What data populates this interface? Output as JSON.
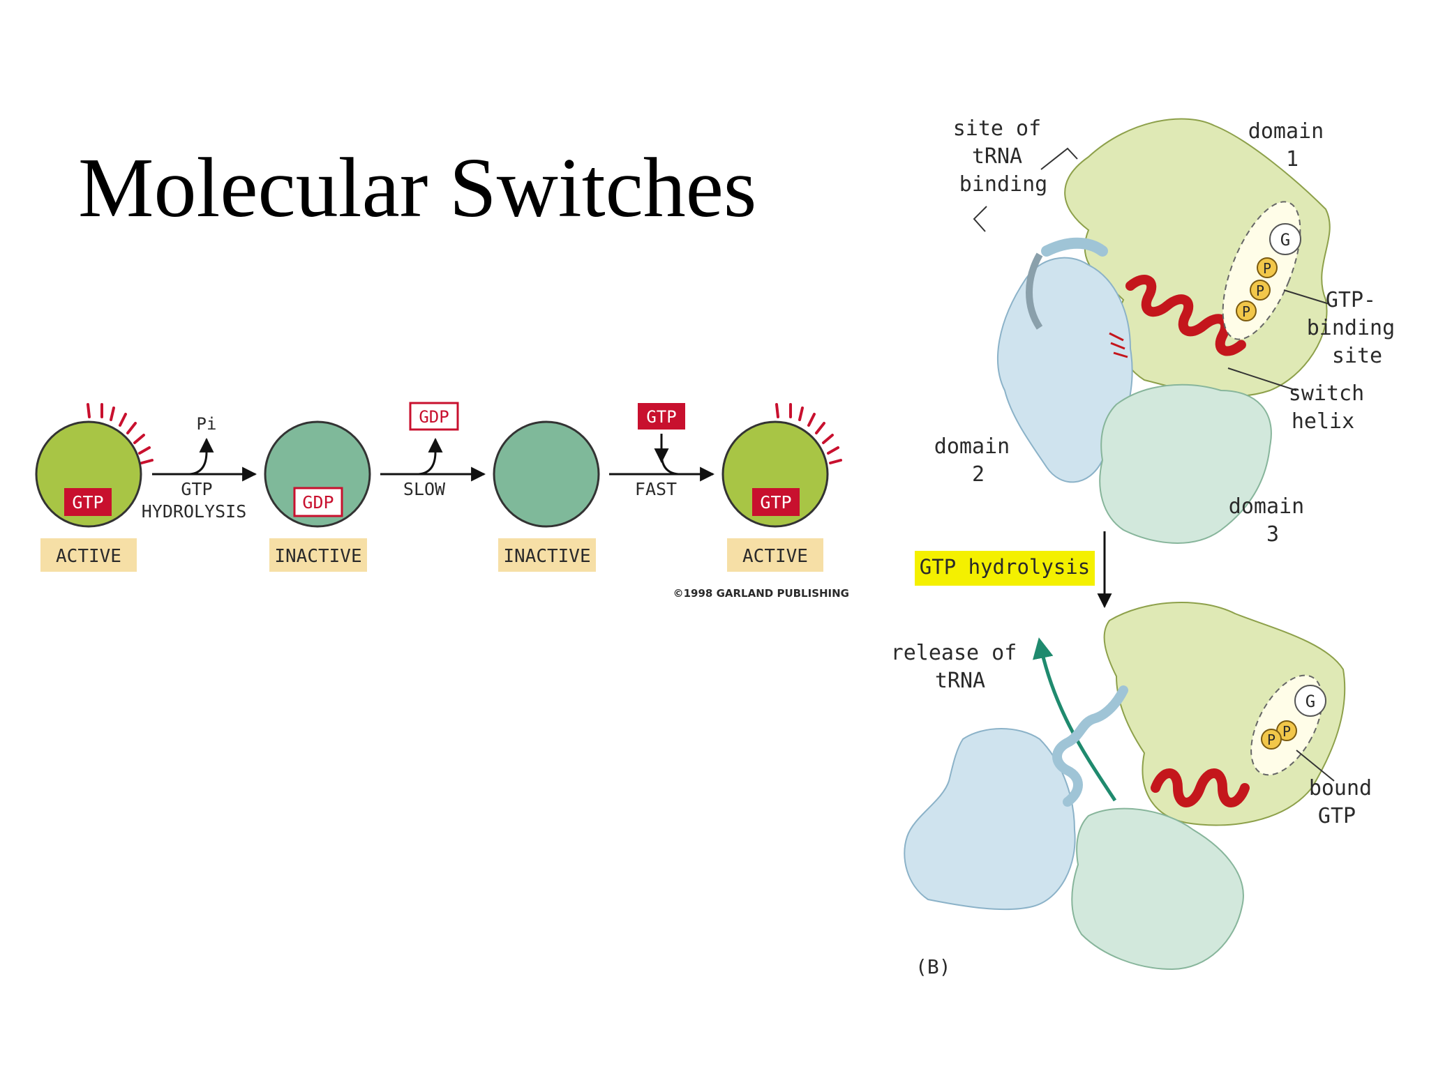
{
  "title": "Molecular Switches",
  "cycle": {
    "states": [
      {
        "nucleotide": "GTP",
        "label": "ACTIVE"
      },
      {
        "nucleotide": "GDP",
        "label": "INACTIVE"
      },
      {
        "nucleotide": "",
        "label": "INACTIVE"
      },
      {
        "nucleotide": "GTP",
        "label": "ACTIVE"
      }
    ],
    "steps": [
      {
        "line1": "GTP",
        "line2": "HYDROLYSIS",
        "released": "Pi"
      },
      {
        "line1": "SLOW",
        "released_box": "GDP"
      },
      {
        "line1": "FAST",
        "incoming_box": "GTP"
      }
    ],
    "copyright": "©1998 GARLAND PUBLISHING"
  },
  "panel_b": {
    "top": {
      "site_label": [
        "site of",
        "tRNA",
        "binding"
      ],
      "domain1": [
        "domain",
        "1"
      ],
      "domain2": [
        "domain",
        "2"
      ],
      "domain3": [
        "domain",
        "3"
      ],
      "gtp_site": [
        "GTP-",
        "binding",
        "site"
      ],
      "switch_helix": [
        "switch",
        "helix"
      ],
      "g": "G",
      "p": "P"
    },
    "arrow_label": "GTP hydrolysis",
    "bottom": {
      "release": [
        "release of",
        "tRNA"
      ],
      "bound": [
        "bound",
        "GTP"
      ],
      "g": "G",
      "p": "P"
    },
    "panel_tag": "(B)"
  },
  "colors": {
    "active_green": "#a8c545",
    "inactive_teal": "#7fb99a",
    "gtp_red": "#c8102e",
    "label_tan": "#f6dfa6",
    "highlight_yellow": "#f4f000",
    "domain1_green": "#dfe9b5",
    "domain2_blue": "#cfe3ee",
    "domain3_teal": "#d2e8dc",
    "helix_red": "#c4161c",
    "phosphate_yellow": "#f2c74a",
    "arrow_teal": "#1f8a6e"
  }
}
